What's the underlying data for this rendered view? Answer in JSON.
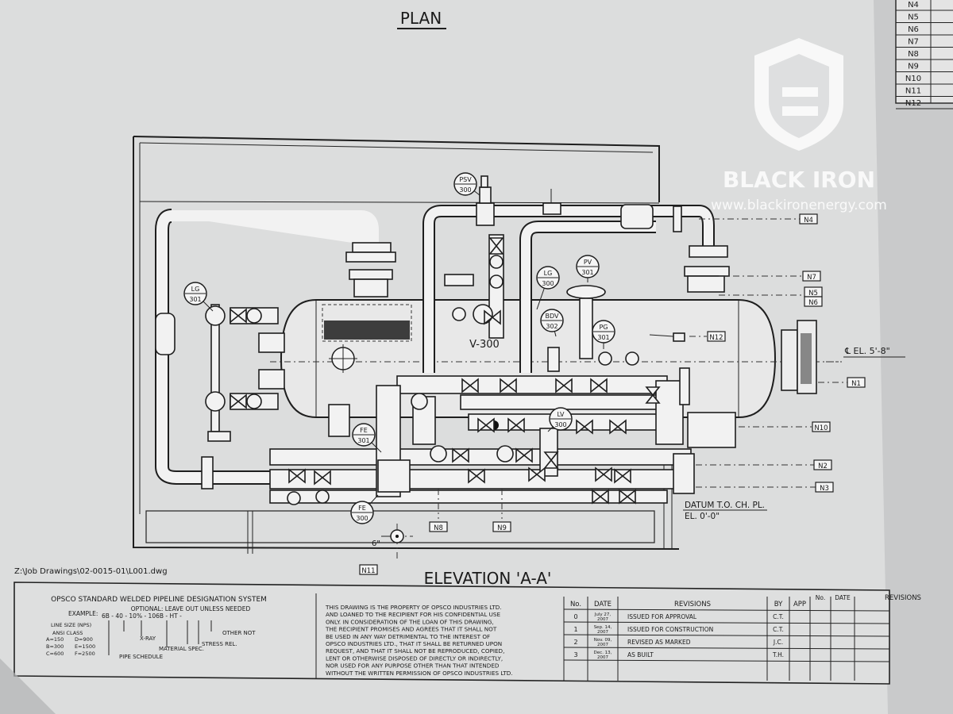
{
  "plan_title": "PLAN",
  "elevation_title": "ELEVATION 'A-A'",
  "file_path": "Z:\\Job Drawings\\02-0015-01\\L001.dwg",
  "vessel_label": "V-300",
  "instrument_bubbles": [
    {
      "id": "psv300",
      "line1": "PSV",
      "line2": "300"
    },
    {
      "id": "pv301",
      "line1": "PV",
      "line2": "301"
    },
    {
      "id": "lg300",
      "line1": "LG",
      "line2": "300"
    },
    {
      "id": "bdv302",
      "line1": "BDV",
      "line2": "302"
    },
    {
      "id": "pg301",
      "line1": "PG",
      "line2": "301"
    },
    {
      "id": "lg301",
      "line1": "LG",
      "line2": "301"
    },
    {
      "id": "lv300",
      "line1": "LV",
      "line2": "300"
    },
    {
      "id": "fe301",
      "line1": "FE",
      "line2": "301"
    },
    {
      "id": "fe300",
      "line1": "FE",
      "line2": "300"
    }
  ],
  "nozzle_tags": {
    "n1": "N1",
    "n2": "N2",
    "n3": "N3",
    "n4": "N4",
    "n5": "N5",
    "n6": "N6",
    "n7": "N7",
    "n8": "N8",
    "n9": "N9",
    "n10": "N10",
    "n11": "N11",
    "n12": "N12"
  },
  "centerline_note": "℄ EL. 5'-8\"",
  "datum_line1": "DATUM T.O. CH. PL.",
  "datum_line2": "EL. 0'-0\"",
  "dimension_6": "6\"",
  "nozzle_schedule": [
    "N4",
    "N5",
    "N6",
    "N7",
    "N8",
    "N9",
    "N10",
    "N11",
    "N12"
  ],
  "watermark": {
    "brand": "BLACK IRON",
    "url": "www.blackironenergy.com"
  },
  "designation": {
    "title": "OPSCO STANDARD WELDED PIPELINE DESIGNATION SYSTEM",
    "optional": "OPTIONAL: LEAVE OUT UNLESS NEEDED",
    "example_label": "EXAMPLE:",
    "example_code": "6B - 40 - 10% - 106B - HT -",
    "line_size": "LINE SIZE (NPS)",
    "ansi_class": "ANSI CLASS",
    "classes_col1": [
      "A=150",
      "B=300",
      "C=600"
    ],
    "classes_col2": [
      "D=900",
      "E=1500",
      "F=2500"
    ],
    "xray": "X-RAY",
    "material_spec": "MATERIAL SPEC.",
    "pipe_schedule": "PIPE SCHEDULE",
    "stress_rel": "STRESS REL.",
    "other_not": "OTHER NOT"
  },
  "notice_lines": [
    "THIS DRAWING IS THE PROPERTY OF OPSCO INDUSTRIES LTD.",
    "AND LOANED TO THE RECIPIENT FOR HIS CONFIDENTIAL USE",
    "ONLY.  IN CONSIDERATION OF THE LOAN OF THIS DRAWING,",
    "THE RECIPIENT PROMISES AND AGREES THAT IT SHALL NOT",
    "BE USED IN ANY WAY DETRIMENTAL TO THE INTEREST OF",
    "OPSCO INDUSTRIES LTD., THAT IT SHALL BE RETURNED UPON",
    "REQUEST, AND THAT IT SHALL NOT BE REPRODUCED, COPIED,",
    "LENT OR OTHERWISE DISPOSED OF DIRECTLY OR INDIRECTLY,",
    "NOR USED FOR ANY PURPOSE OTHER THAN THAT INTENDED",
    "WITHOUT THE WRITTEN PERMISSION OF OPSCO INDUSTRIES LTD."
  ],
  "revisions_table": {
    "headers": {
      "no": "No.",
      "date": "DATE",
      "revisions": "REVISIONS",
      "by": "BY",
      "app": "APP"
    },
    "rows": [
      {
        "no": "0",
        "date_line1": "July 27,",
        "date_line2": "2007",
        "desc": "ISSUED FOR APPROVAL",
        "by": "C.T."
      },
      {
        "no": "1",
        "date_line1": "Sep. 14,",
        "date_line2": "2007",
        "desc": "ISSUED FOR CONSTRUCTION",
        "by": "C.T."
      },
      {
        "no": "2",
        "date_line1": "Nov. 09,",
        "date_line2": "2007",
        "desc": "REVISED AS MARKED",
        "by": "J.C."
      },
      {
        "no": "3",
        "date_line1": "Dec. 13,",
        "date_line2": "2007",
        "desc": "AS BUILT",
        "by": "T.H."
      }
    ]
  },
  "second_revisions_table": {
    "no": "No.",
    "date": "DATE",
    "revisions": "REVISIONS"
  }
}
